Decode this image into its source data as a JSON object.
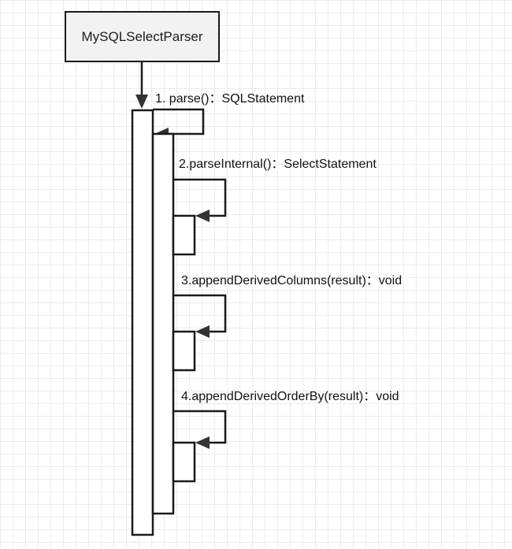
{
  "diagram": {
    "participant": "MySQLSelectParser",
    "messages": [
      "1. parse()：SQLStatement",
      "2.parseInternal()：SelectStatement",
      "3.appendDerivedColumns(result)：void",
      "4.appendDerivedOrderBy(result)：void"
    ]
  }
}
